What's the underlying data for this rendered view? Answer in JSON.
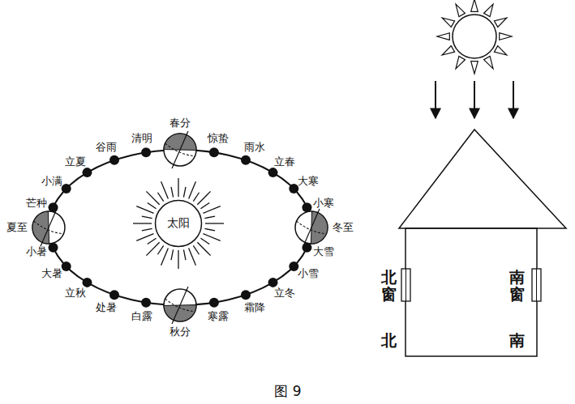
{
  "diagram": {
    "caption": "图 9",
    "nodes": [
      {
        "text": [
          "太阳"
        ]
      }
    ],
    "labels": [
      "春分",
      "惊蛰",
      "雨水",
      "立春",
      "大寒",
      "小寒",
      "冬至",
      "大雪",
      "小雪",
      "立冬",
      "霜降",
      "寒露",
      "秋分",
      "白露",
      "处暑",
      "立秋",
      "大暑",
      "小暑",
      "夏至",
      "芒种",
      "小满",
      "立夏",
      "谷雨",
      "清明",
      "北窗",
      "南窗",
      "北",
      "南"
    ]
  }
}
